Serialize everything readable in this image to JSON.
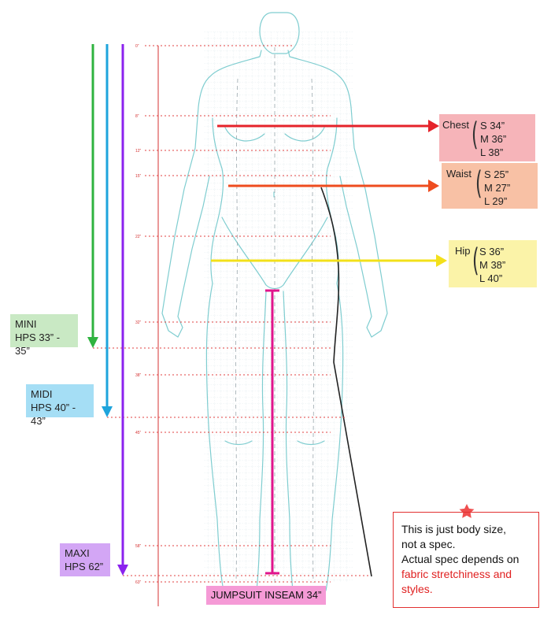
{
  "measurements": {
    "chest": {
      "label": "Chest",
      "sizes": [
        "S 34”",
        "M 36”",
        "L 38”"
      ],
      "color": "#e5232a",
      "box_color": "#f6b4b9"
    },
    "waist": {
      "label": "Waist",
      "sizes": [
        "S 25”",
        "M 27”",
        "L 29”"
      ],
      "color": "#ee4c1f",
      "box_color": "#f8c1a5"
    },
    "hip": {
      "label": "Hip",
      "sizes": [
        "S 36”",
        "M 38”",
        "L 40”"
      ],
      "color": "#f3e01a",
      "box_color": "#fbf3a8"
    }
  },
  "lengths": {
    "mini": {
      "name": "MINI",
      "value": "HPS 33” - 35”",
      "color": "#2fb33f",
      "box_color": "#c9e9c4"
    },
    "midi": {
      "name": "MIDI",
      "value": "HPS 40” - 43”",
      "color": "#1ea4dc",
      "box_color": "#a5def5"
    },
    "maxi": {
      "name": "MAXI",
      "value": "HPS 62”",
      "color": "#8b22ee",
      "box_color": "#d3a6f5"
    }
  },
  "inseam": {
    "label": "JUMPSUIT INSEAM 34”",
    "color": "#e1148c",
    "box_color": "#f59ad6"
  },
  "note": {
    "line1": "This is just body size,",
    "line2": "not a spec.",
    "line3": "Actual spec depends on",
    "line4": "fabric stretchiness and",
    "line5": "styles.",
    "icon": "star-icon",
    "color": "#e23030"
  },
  "ruler": {
    "labels": [
      "0”",
      "8”",
      "12”",
      "15”",
      "22”",
      "32”",
      "38”",
      "45”",
      "58”",
      "63”"
    ],
    "color": "#d43030"
  },
  "figure": {
    "outline_color": "#7fcdd0",
    "grid_color": "#c4d6dc"
  }
}
